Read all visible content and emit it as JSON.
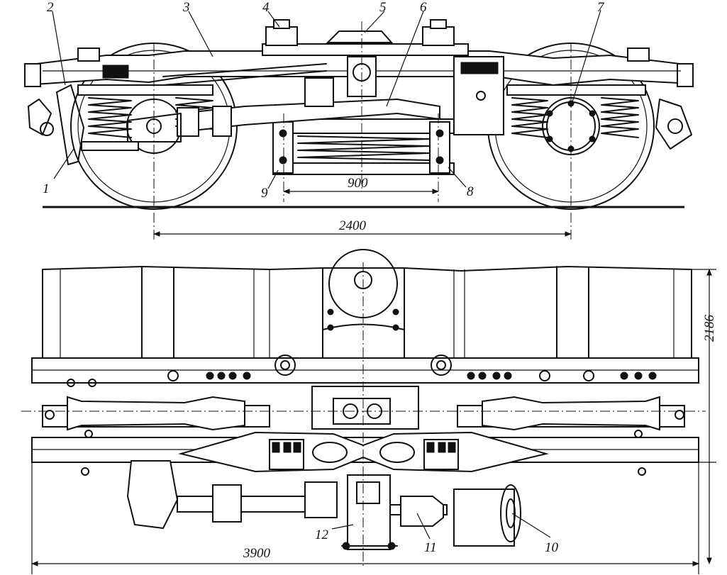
{
  "side_view": {
    "callouts": [
      "1",
      "2",
      "3",
      "4",
      "5",
      "6",
      "7",
      "8",
      "9"
    ],
    "dim_spring_base": "900",
    "dim_wheelbase": "2400"
  },
  "plan_view": {
    "callouts": [
      "10",
      "11",
      "12"
    ],
    "dim_length": "3900",
    "dim_width": "2186"
  }
}
